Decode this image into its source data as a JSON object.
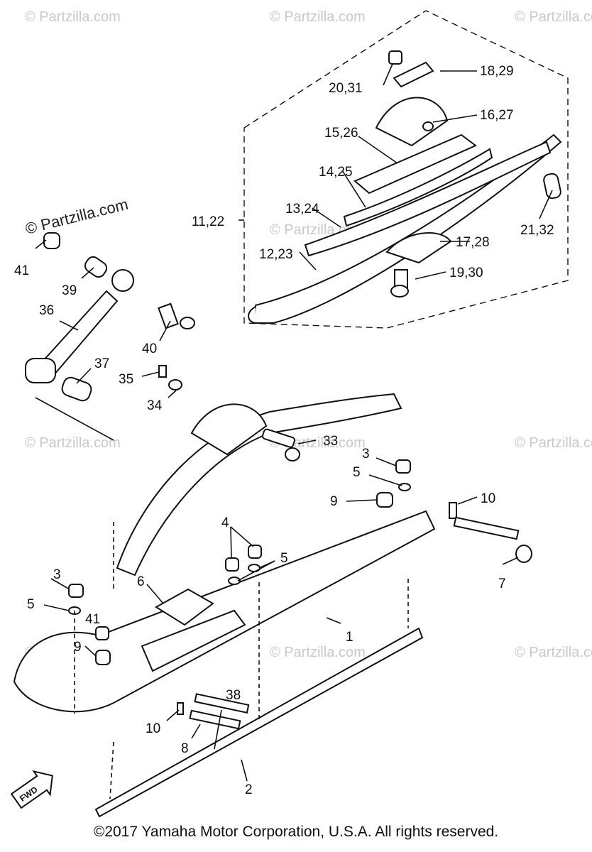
{
  "watermarks": {
    "light": "© Partzilla.com",
    "dark": "© Partzilla.com"
  },
  "labels": {
    "l1": "1",
    "l2": "2",
    "l3a": "3",
    "l3b": "3",
    "l4": "4",
    "l5a": "5",
    "l5b": "5",
    "l5c": "5",
    "l6": "6",
    "l7": "7",
    "l8": "8",
    "l9a": "9",
    "l9b": "9",
    "l10a": "10",
    "l10b": "10",
    "l11": "11,22",
    "l12": "12,23",
    "l13": "13,24",
    "l14": "14,25",
    "l15": "15,26",
    "l16": "16,27",
    "l17": "17,28",
    "l18": "18,29",
    "l19": "19,30",
    "l20": "20,31",
    "l21": "21,32",
    "l33": "33",
    "l34": "34",
    "l35": "35",
    "l36": "36",
    "l37": "37",
    "l38": "38",
    "l39": "39",
    "l40": "40",
    "l41a": "41",
    "l41b": "41",
    "fwd": "FWD"
  },
  "footer": {
    "copyright": "©2017 Yamaha Motor Corporation, U.S.A. All rights reserved."
  }
}
